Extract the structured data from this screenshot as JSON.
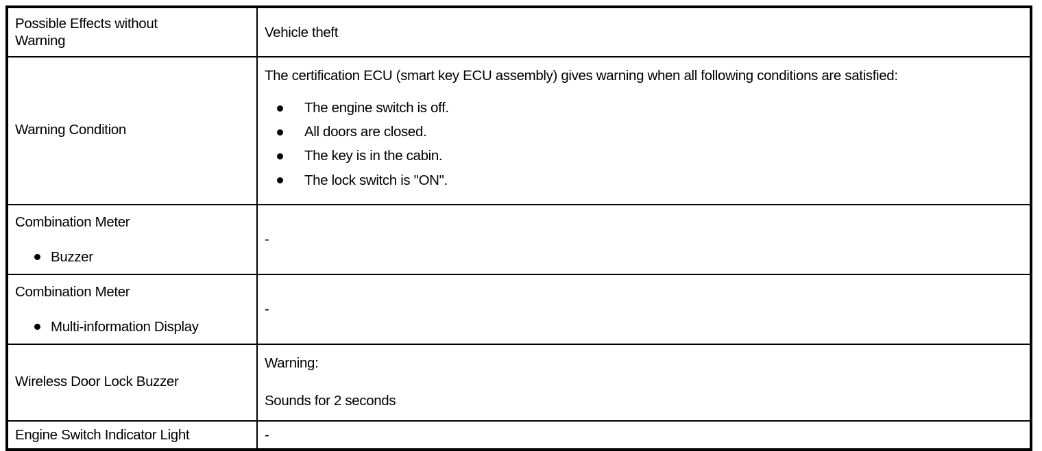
{
  "document": {
    "type": "specification-table",
    "columns": 2
  },
  "table": {
    "rows": [
      {
        "label": "Possible Effects without Warning",
        "label_line1": "Possible Effects without",
        "label_line2": "Warning",
        "value": "Vehicle theft"
      },
      {
        "label": "Warning Condition",
        "intro": "The certification ECU (smart key ECU assembly) gives warning when all following conditions are satisfied:",
        "conditions": [
          "The engine switch is off.",
          "All doors are closed.",
          "The key is in the cabin.",
          "The lock switch is \"ON\"."
        ]
      },
      {
        "label": "Combination Meter",
        "sub_label": "Buzzer",
        "value": "-"
      },
      {
        "label": "Combination Meter",
        "sub_label": "Multi-information Display",
        "value": "-"
      },
      {
        "label": "Wireless Door Lock Buzzer",
        "value_line1": "Warning:",
        "value_line2": "Sounds for 2 seconds"
      },
      {
        "label": "Engine Switch Indicator Light",
        "value": "-"
      }
    ]
  },
  "style": {
    "border_color": "#000000",
    "text_color": "#000000",
    "background": "#ffffff"
  }
}
